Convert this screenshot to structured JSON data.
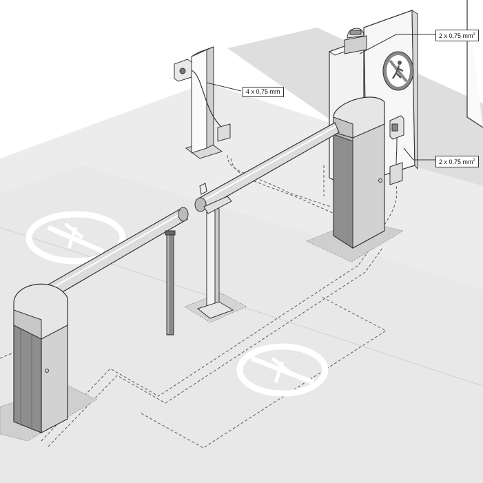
{
  "callouts": {
    "post_cable": {
      "value": "4 x 0,75 mm"
    },
    "lamp_cable": {
      "value": "2 x 0,75 mm",
      "sup": "2"
    },
    "photocell_cable": {
      "value": "2 x 0,75 mm",
      "sup": "2"
    }
  },
  "colors": {
    "background": "#ffffff",
    "paving": "#e6e6e6",
    "paving_dark": "#d6d6d6",
    "cabinet_front": "#9a9a9a",
    "cabinet_side": "#bdbdbd",
    "cabinet_top": "#e2e2e2",
    "boom": "#dcdcdc",
    "outline": "#333333",
    "cable_dash": "#555555"
  },
  "icons": [
    "no-pedestrian-sign-icon",
    "no-pedestrian-floor-marking-icon",
    "warning-lamp-icon",
    "photocell-icon",
    "junction-box-icon"
  ]
}
